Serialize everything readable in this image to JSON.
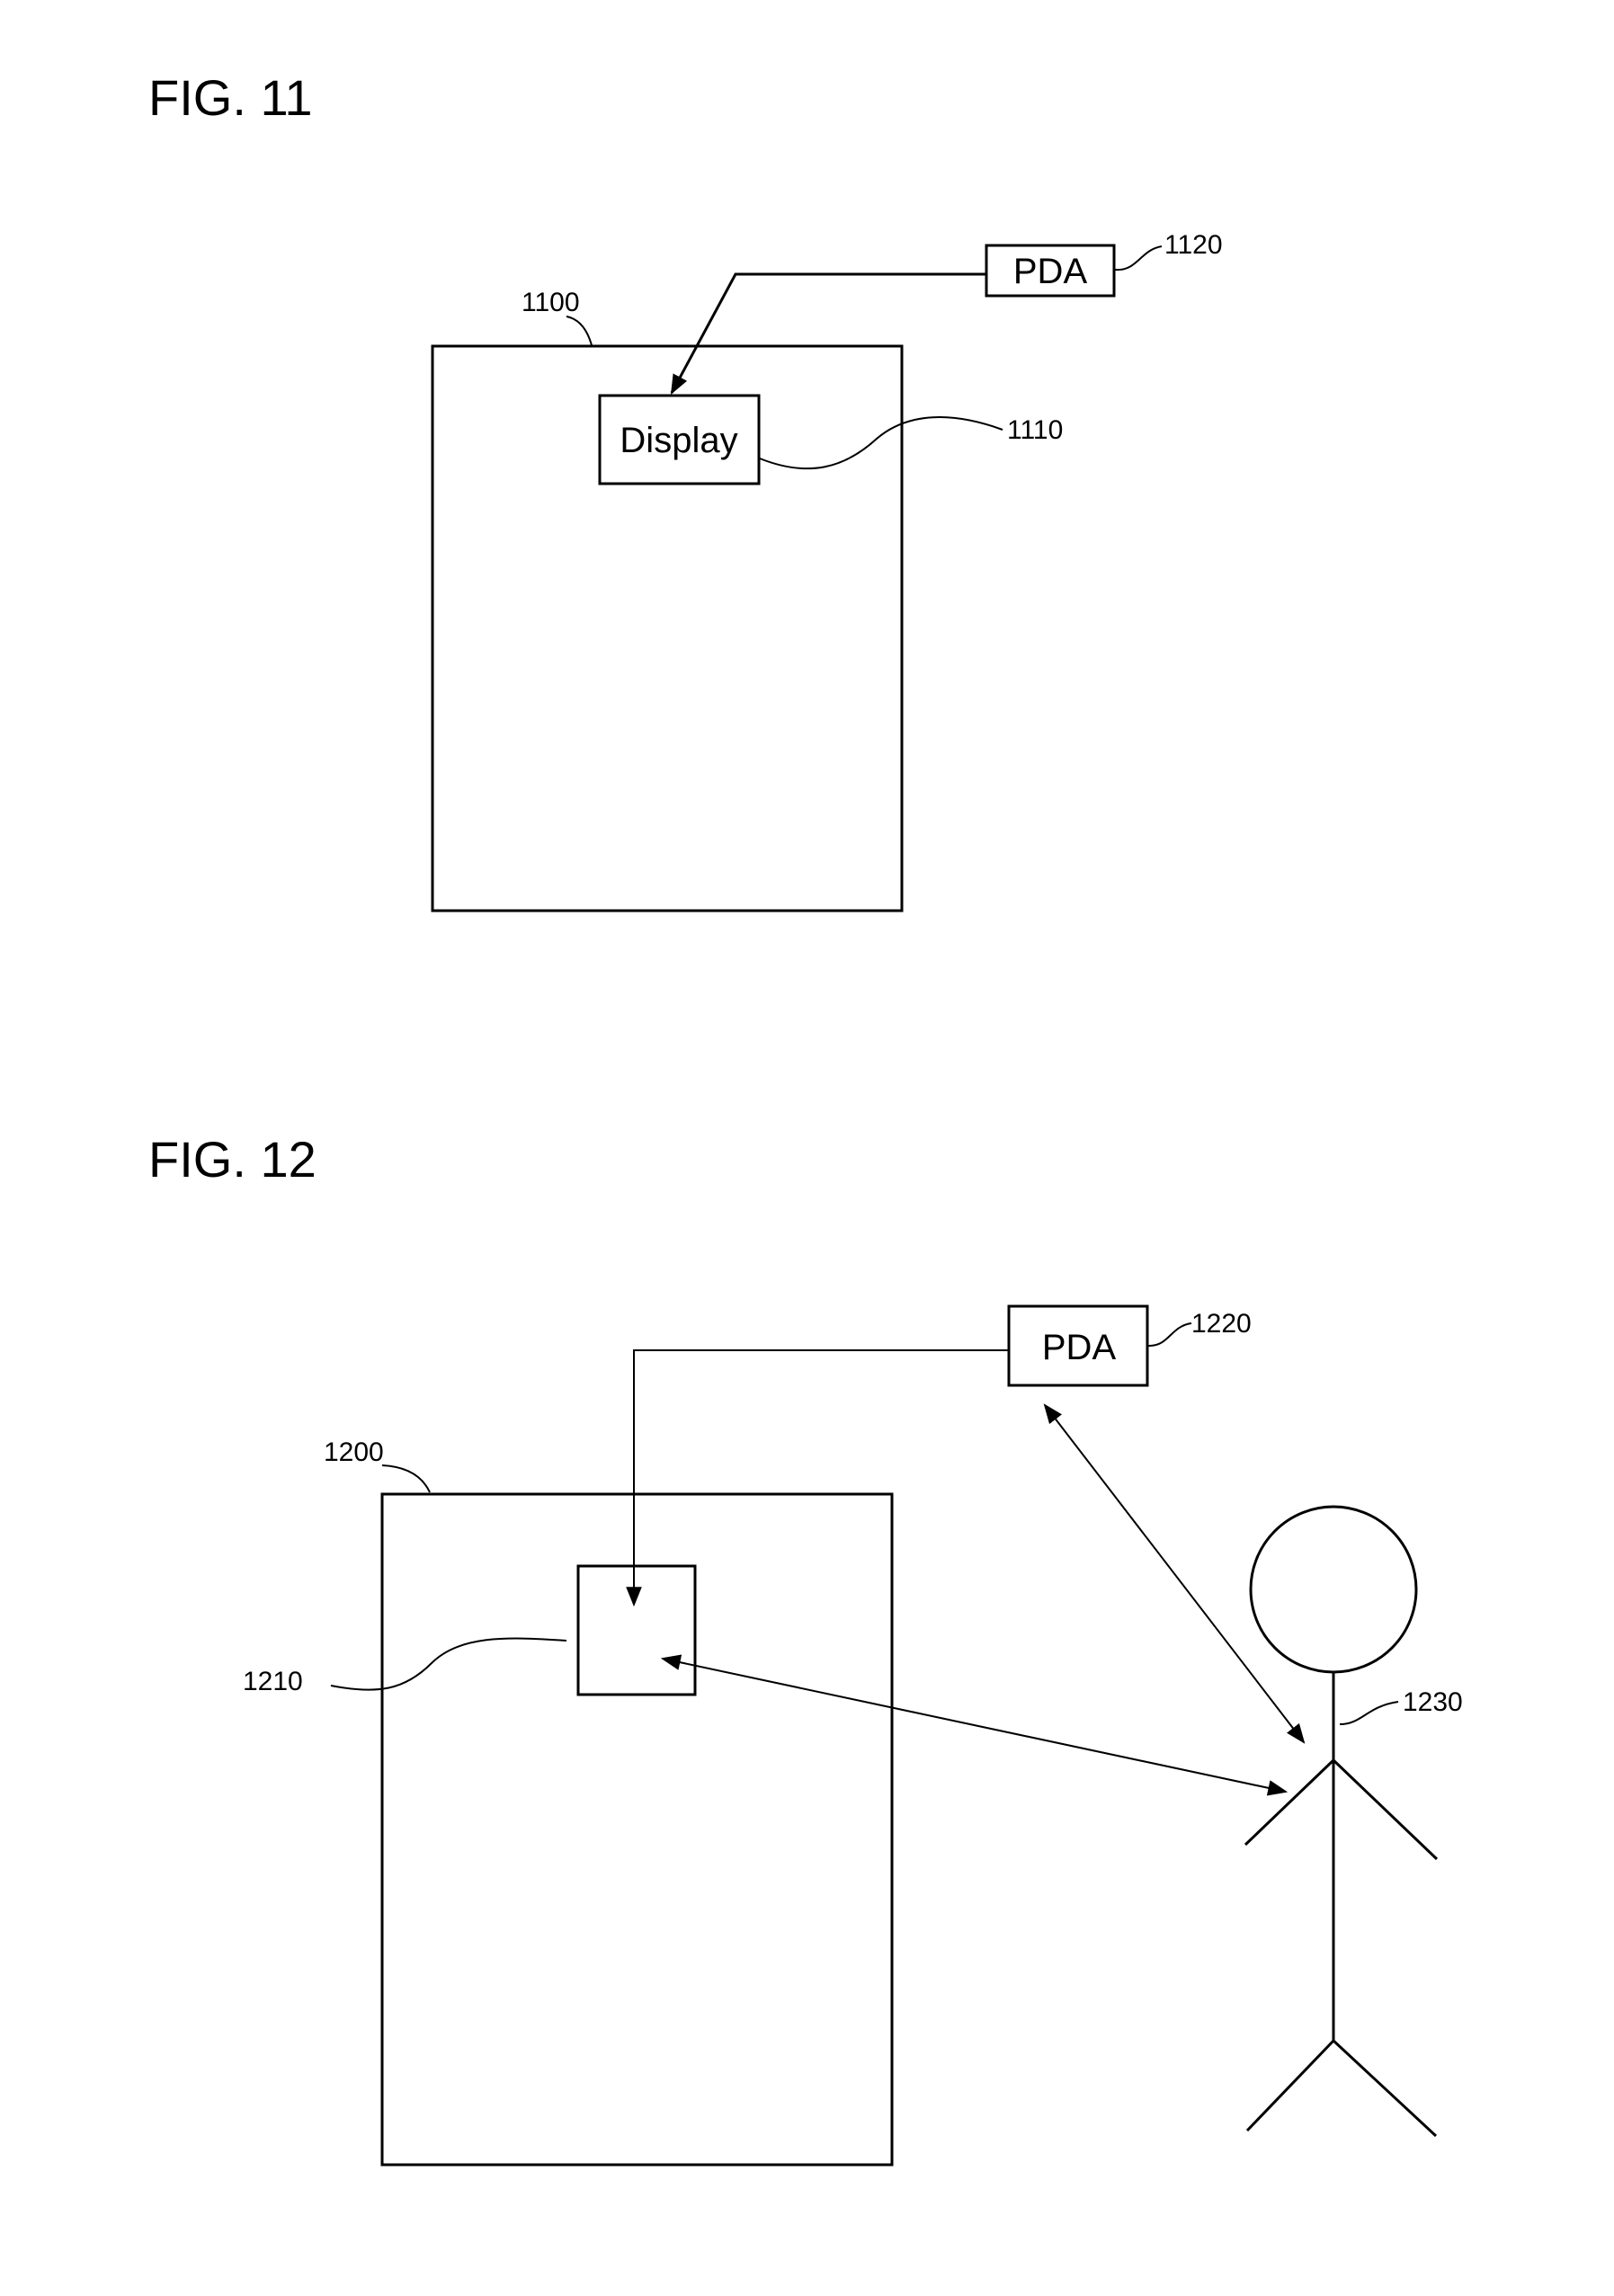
{
  "figures": [
    {
      "title": "FIG. 11",
      "labels": {
        "display_box": "Display",
        "pda_box": "PDA"
      },
      "refs": {
        "housing": "1100",
        "display": "1110",
        "pda": "1120"
      }
    },
    {
      "title": "FIG. 12",
      "labels": {
        "pda_box": "PDA"
      },
      "refs": {
        "housing": "1200",
        "display": "1210",
        "pda": "1220",
        "person": "1230"
      }
    }
  ]
}
